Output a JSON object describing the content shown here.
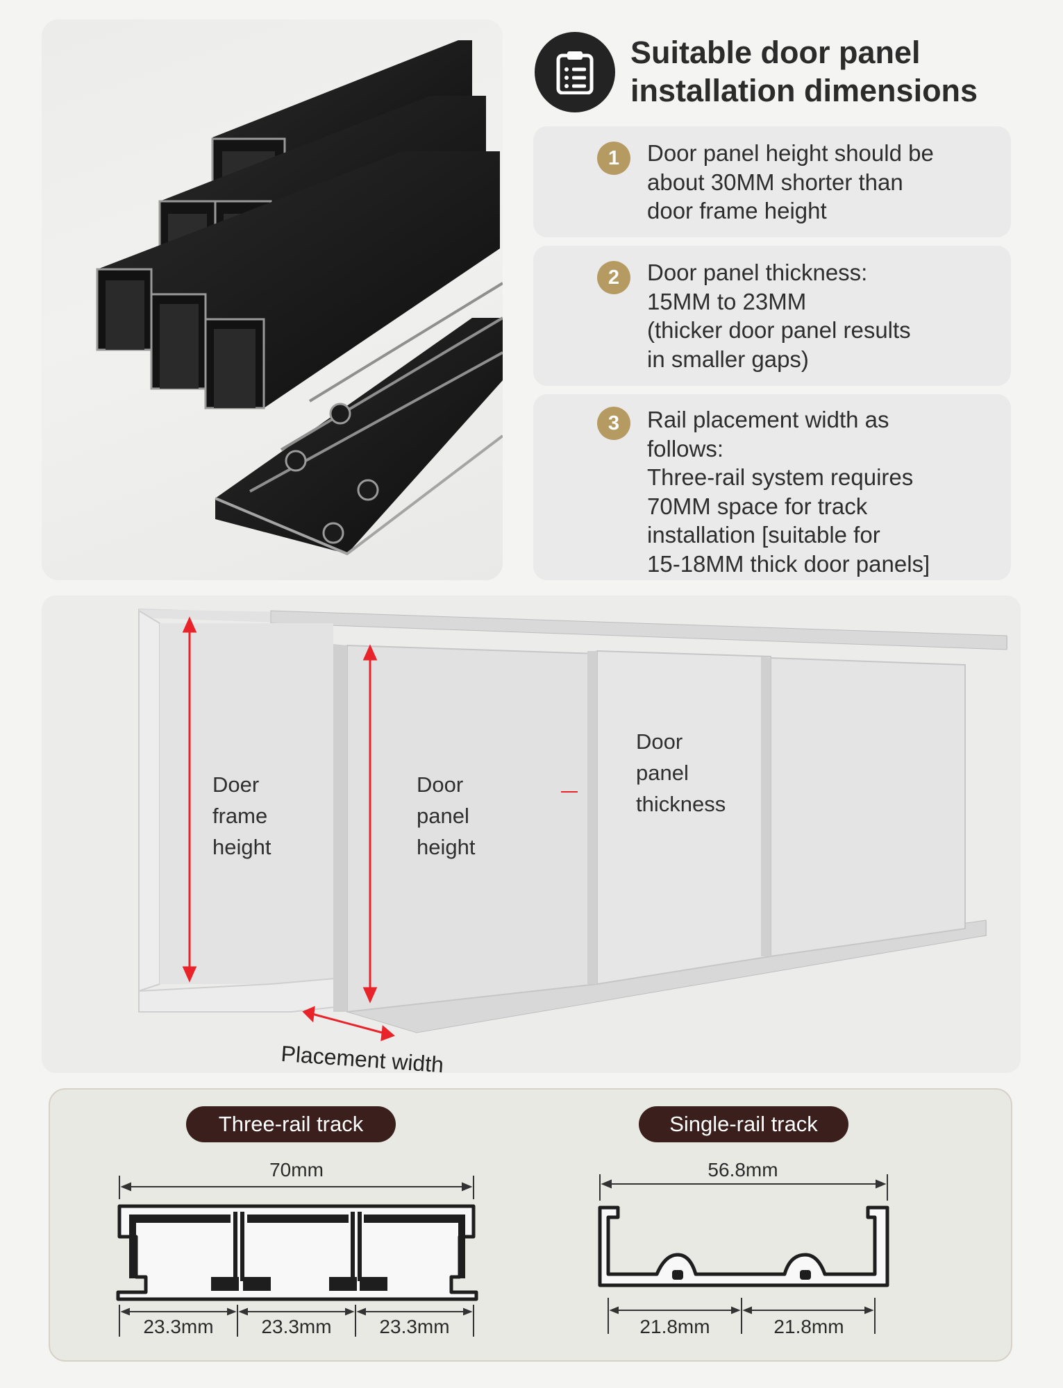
{
  "header": {
    "title": "Suitable door panel installation dimensions",
    "icon": "clipboard-list-icon"
  },
  "requirements": [
    {
      "number": "1",
      "text": "Door panel height should be\nabout 30MM shorter than\ndoor frame height"
    },
    {
      "number": "2",
      "text": "Door panel thickness:\n15MM to 23MM\n(thicker door panel results\nin smaller gaps)"
    },
    {
      "number": "3",
      "text": "Rail placement width as\nfollows:\nThree-rail system requires\n70MM space for track\ninstallation [suitable for\n15-18MM thick door panels]"
    }
  ],
  "diagram": {
    "frame_height_label": "Doer\nframe\nheight",
    "panel_height_label": "Door\npanel\nheight",
    "panel_thickness_label": "Door\npanel\nthickness",
    "placement_width_label": "Placement width"
  },
  "tracks": {
    "three_rail": {
      "title": "Three-rail track",
      "total_width": "70mm",
      "segments": [
        "23.3mm",
        "23.3mm",
        "23.3mm"
      ]
    },
    "single_rail": {
      "title": "Single-rail track",
      "total_width": "56.8mm",
      "segments": [
        "21.8mm",
        "21.8mm"
      ]
    }
  },
  "colors": {
    "badge": "#b59a62",
    "pill": "#3a1f1c",
    "dimension_arrow": "#e8232a",
    "profile_black": "#1e1e1e"
  }
}
